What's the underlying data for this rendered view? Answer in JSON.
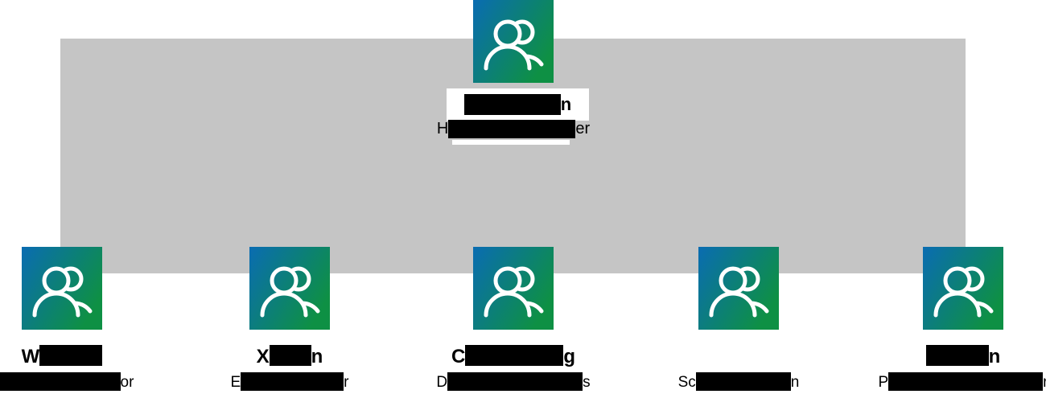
{
  "chart_type": "org-chart",
  "colors": {
    "connector_gray": "#c5c5c5",
    "icon_gradient_start": "#0a6cb2",
    "icon_gradient_end": "#0e9044",
    "icon_glyph": "#ffffff",
    "text": "#000000",
    "redaction": "#000000",
    "label_box": "#ffffff"
  },
  "icon": "people-icon",
  "root": {
    "name": {
      "prefix": "",
      "suffix": "n",
      "redacted": true
    },
    "title": {
      "prefix": "H",
      "suffix": "er",
      "redacted": true
    }
  },
  "children": [
    {
      "name": {
        "prefix": "W",
        "suffix": "",
        "redacted": true
      },
      "title": {
        "prefix": "",
        "suffix": "or",
        "redacted": true
      }
    },
    {
      "name": {
        "prefix": "X",
        "suffix": "n",
        "redacted": true
      },
      "title": {
        "prefix": "E",
        "suffix": "r",
        "redacted": true
      }
    },
    {
      "name": {
        "prefix": "C",
        "suffix": "g",
        "redacted": true
      },
      "title": {
        "prefix": "D",
        "suffix": "s",
        "redacted": true
      }
    },
    {
      "name": {
        "prefix": "",
        "suffix": "",
        "redacted": true
      },
      "title": {
        "prefix": "Sc",
        "suffix": "n",
        "redacted": true
      }
    },
    {
      "name": {
        "prefix": "",
        "suffix": "n",
        "redacted": true
      },
      "title": {
        "prefix": "P",
        "suffix": "r",
        "redacted": true
      }
    }
  ]
}
